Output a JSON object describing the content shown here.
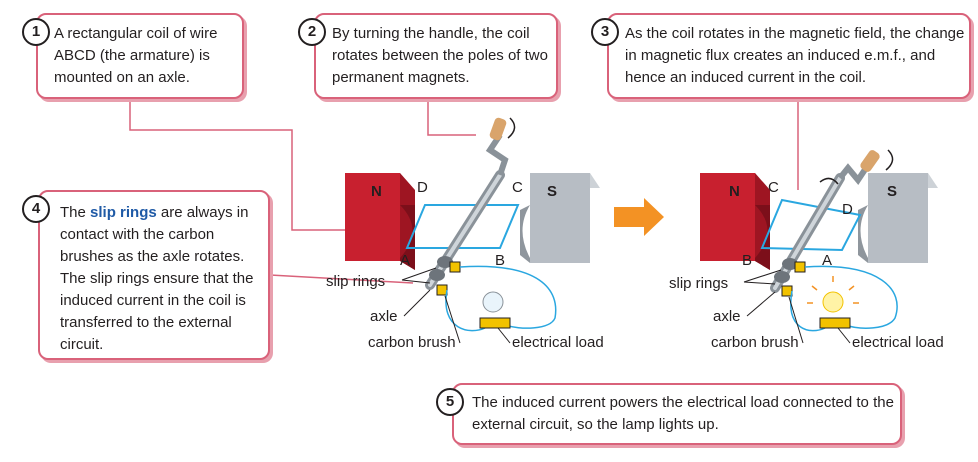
{
  "callouts": [
    {
      "number": "1",
      "text": "A rectangular coil of wire ABCD (the armature) is mounted on an axle."
    },
    {
      "number": "2",
      "text": "By turning the handle, the coil rotates between the poles of two permanent magnets."
    },
    {
      "number": "3",
      "text": "As the coil rotates in the magnetic field, the change in magnetic flux creates an induced e.m.f., and hence an induced current in the coil."
    },
    {
      "number": "4",
      "text_before": "The ",
      "highlight": "slip rings",
      "text_after": " are always in contact with the carbon brushes as the axle rotates. The slip rings ensure that the induced current in the coil is transferred to the external circuit."
    },
    {
      "number": "5",
      "text": "The induced current powers the electrical load connected to the external circuit, so the lamp lights up."
    }
  ],
  "diagram_left": {
    "pole_north": "N",
    "pole_south": "S",
    "corners": {
      "a": "A",
      "b": "B",
      "c": "C",
      "d": "D"
    },
    "labels": {
      "slip_rings": "slip rings",
      "axle": "axle",
      "carbon_brush": "carbon brush",
      "load": "electrical load"
    }
  },
  "diagram_right": {
    "pole_north": "N",
    "pole_south": "S",
    "corners": {
      "a": "A",
      "b": "B",
      "c": "C",
      "d": "D"
    },
    "labels": {
      "slip_rings": "slip rings",
      "axle": "axle",
      "carbon_brush": "carbon brush",
      "load": "electrical load"
    }
  },
  "colors": {
    "callout_border": "#d9627a",
    "north_magnet": "#c8202f",
    "south_magnet": "#b7bdc4",
    "coil": "#2aa7e0",
    "arrow": "#f39224",
    "highlight": "#1f5aa6"
  }
}
